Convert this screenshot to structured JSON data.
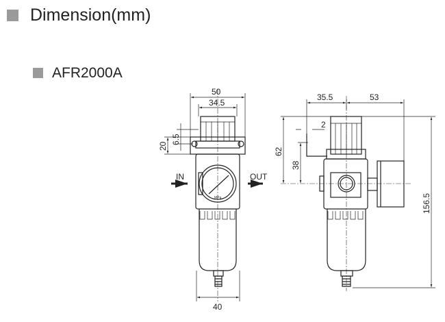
{
  "header": {
    "title": "Dimension(mm)"
  },
  "model": {
    "name": "AFR2000A"
  },
  "front_view": {
    "dims": {
      "width_overall": "50",
      "knob_width": "34.5",
      "bracket_height": "20",
      "bracket_hole": "6.5",
      "bowl_width": "40"
    },
    "in_label": "IN",
    "out_label": "OUT",
    "gauge_unit": "MPa"
  },
  "side_view": {
    "dims": {
      "left_offset": "35.5",
      "right_offset": "53",
      "bracket_thickness": "2",
      "top_to_center": "62",
      "bracket_to_center": "38",
      "total_height": "156.5"
    }
  }
}
